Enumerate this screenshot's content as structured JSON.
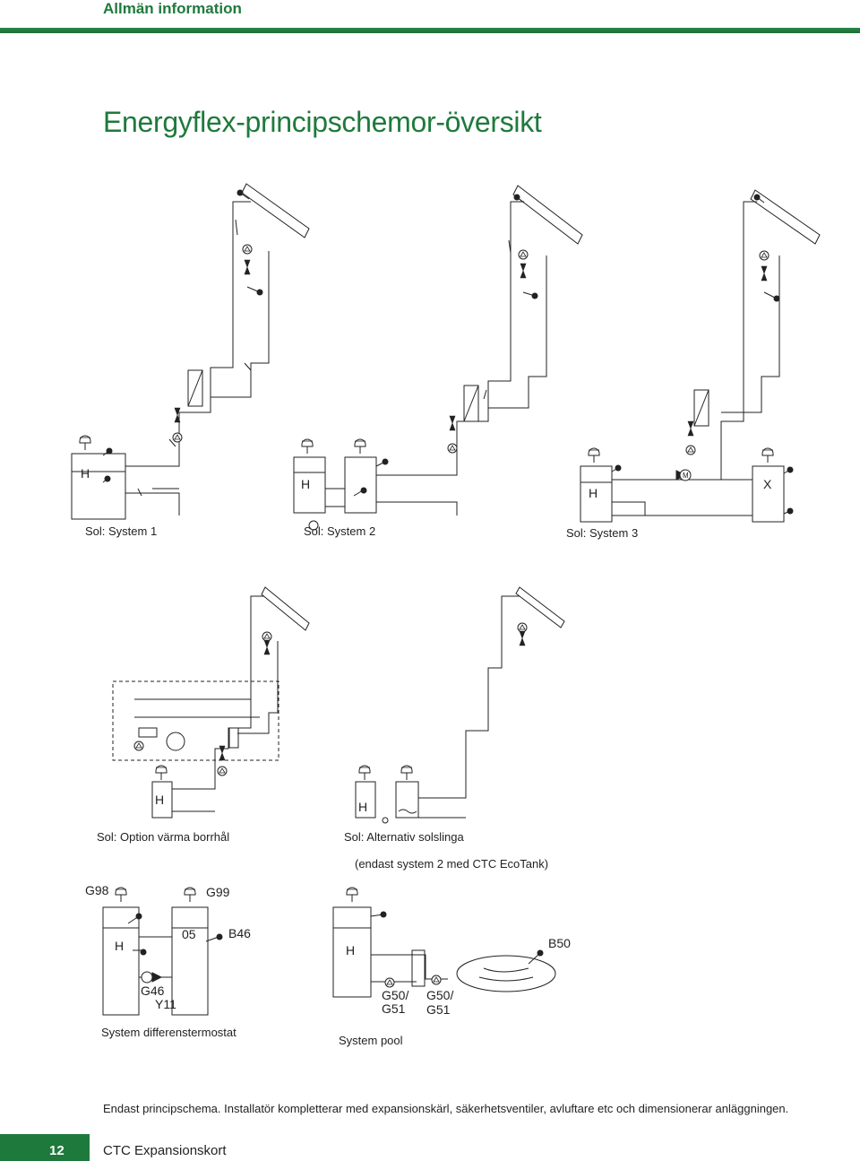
{
  "header": {
    "section": "Allmän information"
  },
  "page_title": "Energyflex-principschemor-översikt",
  "captions": {
    "sys1": "Sol: System 1",
    "sys2": "Sol: System 2",
    "sys3": "Sol: System 3",
    "borrhal": "Sol: Option värma borrhål",
    "alt1": "Sol: Alternativ solslinga",
    "alt2": "(endast system 2 med CTC EcoTank)",
    "diff": "System differenstermostat",
    "pool": "System pool"
  },
  "labels": {
    "H": "H",
    "X": "X",
    "M": "M",
    "G98": "G98",
    "G99": "G99",
    "o5": "05",
    "B46": "B46",
    "G46": "G46",
    "Y11": "Y11",
    "B50": "B50",
    "G50a1": "G50/",
    "G50a2": "G51",
    "G50b1": "G50/",
    "G50b2": "G51"
  },
  "footnote": "Endast principschema. Installatör kompletterar med expansionskärl, säkerhetsventiler, avluftare etc och dimensionerar anläggningen.",
  "footer": {
    "page": "12",
    "title": "CTC Expansionskort"
  },
  "colors": {
    "brand_green": "#1e7a3c",
    "line": "#222222"
  }
}
